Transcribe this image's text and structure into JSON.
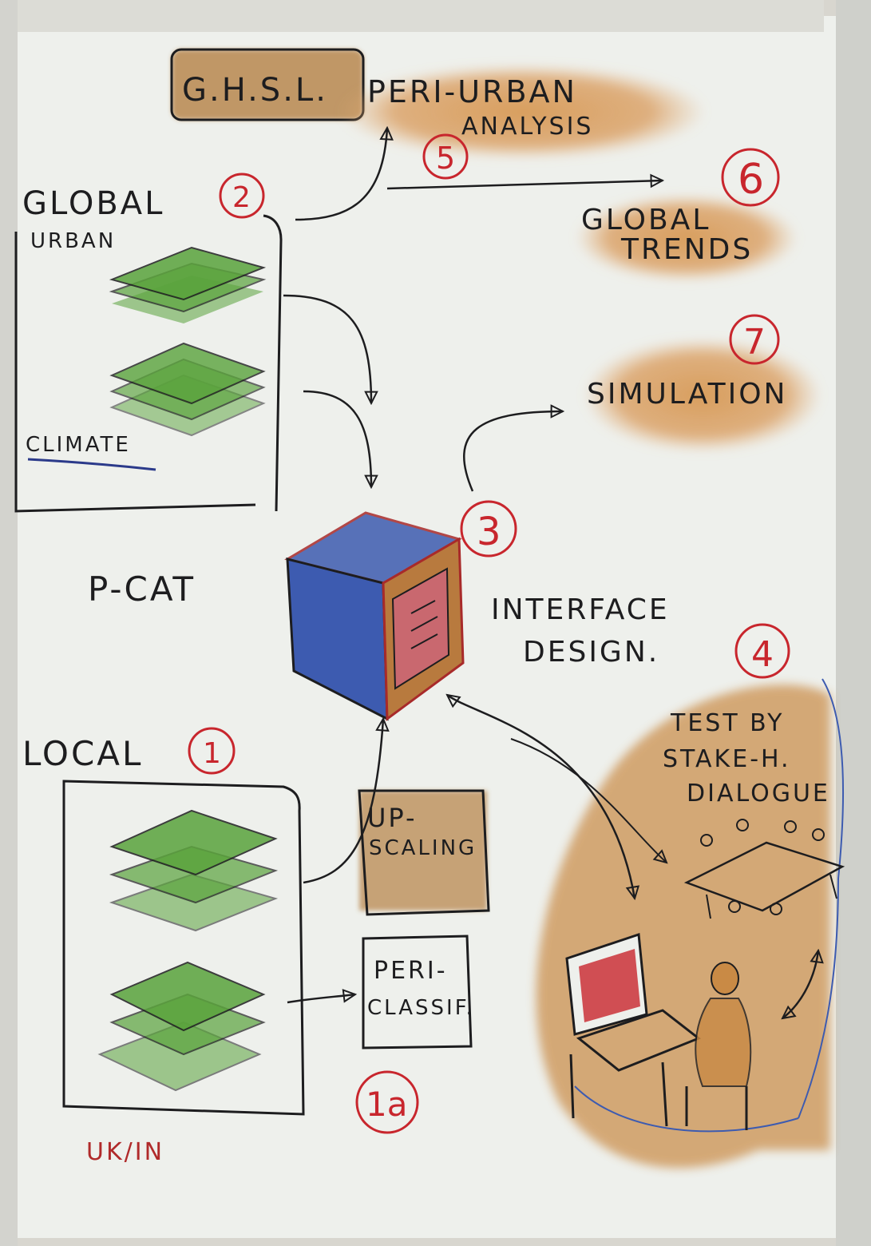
{
  "nodes": {
    "ghsl": {
      "label": "G.H.S.L."
    },
    "peri_urban": {
      "line1": "PERI-URBAN",
      "line2": "ANALYSIS",
      "number": "5"
    },
    "global_trends": {
      "line1": "GLOBAL",
      "line2": "TRENDS",
      "number": "6"
    },
    "global": {
      "label": "GLOBAL",
      "number": "2",
      "urban_label": "URBAN",
      "climate_label": "CLIMATE"
    },
    "simulation": {
      "label": "SIMULATION",
      "number": "7"
    },
    "pcat": {
      "label": "P-CAT",
      "number": "3"
    },
    "interface_design": {
      "line1": "INTERFACE",
      "line2": "DESIGN."
    },
    "test": {
      "line1": "TEST BY",
      "line2": "STAKE-H.",
      "line3": "DIALOGUE",
      "number": "4"
    },
    "local": {
      "label": "LOCAL",
      "number": "1",
      "region": "UK/IN"
    },
    "upscaling": {
      "line1": "UP-",
      "line2": "SCALING"
    },
    "peri_classif": {
      "line1": "PERI-",
      "line2": "CLASSIF.",
      "number": "1a"
    }
  },
  "colors": {
    "paper": "#eef0ec",
    "ink": "#1d1d1f",
    "red_ink": "#c8262d",
    "ochre": "#c98a45",
    "green": "#5aa33c",
    "blue": "#3d5bb0",
    "pink": "#c9686f"
  }
}
